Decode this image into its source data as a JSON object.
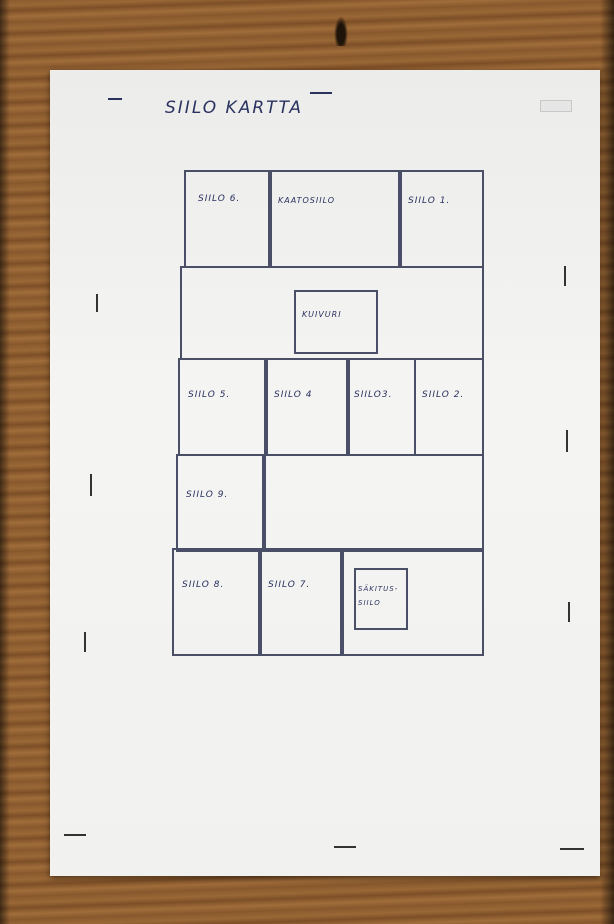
{
  "title": "SIILO KARTTA",
  "tag": "",
  "rooms": {
    "siilo6": "SIILO 6.",
    "kaatosiilo": "KAATOSIILO",
    "siilo1": "SIILO 1.",
    "kuivuri": "KUIVURI",
    "siilo5": "SIILO 5.",
    "siilo4": "SIILO 4",
    "siilo3": "SIILO3.",
    "siilo2": "SIILO 2.",
    "siilo9": "SIILO 9.",
    "siilo8": "SIILO 8.",
    "siilo7": "SIILO 7.",
    "sakitussiilo": "SÄKITUS-SIILO"
  },
  "colors": {
    "ink": "#2a3260",
    "paper": "#f1f1ef",
    "wood": "#8d5d30"
  }
}
